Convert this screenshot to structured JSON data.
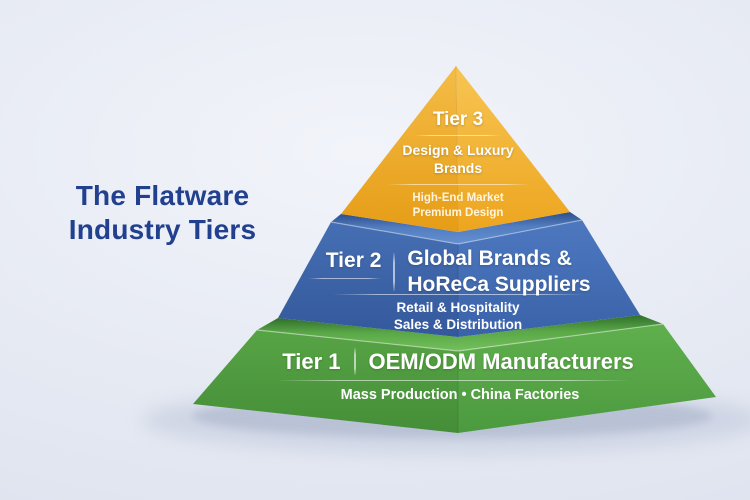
{
  "title": {
    "line1": "The Flatware",
    "line2": "Industry Tiers",
    "color": "#21418f"
  },
  "pyramid": {
    "tier3": {
      "label": "Tier 3",
      "name_line1": "Design & Luxury",
      "name_line2": "Brands",
      "sub_line1": "High-End Market",
      "sub_line2": "Premium Design",
      "color": "#efa726"
    },
    "tier2": {
      "label": "Tier 2",
      "name_line1": "Global Brands &",
      "name_line2": "HoReCa Suppliers",
      "sub_line1": "Retail & Hospitality",
      "sub_line2": "Sales & Distribution",
      "color": "#3d66ac"
    },
    "tier1": {
      "label": "Tier 1",
      "name": "OEM/ODM Manufacturers",
      "subtitle": "Mass Production • China Factories",
      "color": "#55a445"
    }
  }
}
